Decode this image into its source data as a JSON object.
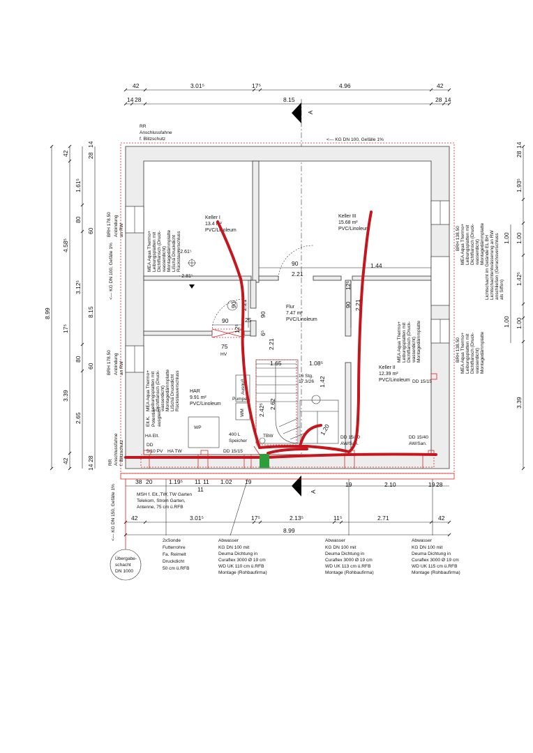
{
  "dims": {
    "top1": [
      "42",
      "3.01⁵",
      "17⁵",
      "4.96",
      "42"
    ],
    "top2": [
      "14",
      "28",
      "8.15",
      "28",
      "14"
    ],
    "bottom1": [
      "38",
      "20",
      "1.19⁵",
      "11",
      "11",
      "1.02",
      "19",
      "19",
      "2.10",
      "19",
      "28"
    ],
    "bottom1b": "11",
    "bottom2": [
      "42",
      "3.01⁵",
      "17⁵",
      "2.13⁵",
      "11⁵",
      "2.71",
      "42"
    ],
    "bottom3": "8.99",
    "left1": [
      "28",
      "14",
      "42",
      "1.61⁵",
      "4.58⁵",
      "80",
      "3.12⁵",
      "17⁵",
      "80",
      "3.39",
      "2.65",
      "60",
      "60",
      "42",
      "28",
      "14"
    ],
    "left_total": "8.99",
    "left_mid": "8.15",
    "right1": [
      "28",
      "14",
      "1.93⁵",
      "1.00",
      "1.42⁵",
      "1.00",
      "3.39",
      "1.00",
      "1.00"
    ],
    "inner": {
      "d90_keller": "90",
      "d221_keller": "2.21",
      "d144": "1.44",
      "d90_flur": "90",
      "d125": "12⁵",
      "d221_flur": "2.21",
      "d90_left": "90",
      "d221_left": "2.21",
      "d90_har": "90",
      "d75": "75",
      "d125b": "12⁵",
      "d65": "6⁵",
      "d90_stair": "90",
      "d221_stair": "2.21",
      "d165": "1.65",
      "d108": "1.08⁵",
      "d242": "2.42⁵",
      "d262": "2.62",
      "d142": "1.42",
      "d120": "1.20",
      "d25": "25"
    }
  },
  "section_marker": "A",
  "rooms": {
    "keller1": {
      "name": "Keller I",
      "area": "13.4 m²",
      "floor": "PVC/Linoleum"
    },
    "keller3": {
      "name": "Keller III",
      "area": "15.68 m²",
      "floor": "PVC/Linoleum"
    },
    "flur": {
      "name": "Flur",
      "area": "7.47 m²",
      "floor": "PVC/Linoleum"
    },
    "keller2": {
      "name": "Keller II",
      "area": "12.39 m²",
      "floor": "PVC/Linoleum"
    },
    "har": {
      "name": "HAR",
      "area": "9.91 m²",
      "floor": "PVC/Linoleum"
    }
  },
  "levels": {
    "l1": "- 2.61⁵",
    "l2": "- 2.81⁵"
  },
  "notes": {
    "rr_top": [
      "RR",
      "Anschlussfahne",
      "f. Blitzschutz"
    ],
    "kg_top": "<--- KG DN 100, Gefälle 1%",
    "brh_left1": [
      "BRH 178.50",
      "Anbindung",
      "an RW"
    ],
    "brh_left2": [
      "BRH 178.50",
      "Anbindung",
      "an RW"
    ],
    "kg_left": "<--- KG DN 100, Gefälle 1%",
    "kg_left2": "<--- KG DN 150, Gefälle 1%",
    "rr_left": [
      "RR",
      "Anschlussfahne",
      "f. Blitzschutz"
    ],
    "mea1": [
      "MEA Aqua Thermo+",
      "Leibungsplatten mit",
      "Dichtflansch (Druck-",
      "wasserdicht)",
      "Montagedämmplatte",
      "LiSchä Druckdicht",
      "Rückstauverschluss"
    ],
    "mea2": [
      "MEA Aqua Thermo+",
      "Leibungsplatten mit",
      "Dichtflansch (Druck-",
      "wasserdicht)",
      "Montagedämmplatte",
      "LiSchä Druckdicht",
      "Rückstauverschluss"
    ],
    "mea3": [
      "MEA Aqua Thermo+",
      "Leibungsplatten mit",
      "Dichtflansch (Druck-",
      "wasserdicht)",
      "Montagedämmplatte"
    ],
    "mea4": [
      "MEA Aqua Thermo+",
      "Leibungsplatten mit",
      "Dichtflansch (Druck-",
      "wasserdicht)",
      "Montagedämmplatte"
    ],
    "brh_right1": [
      "BRH 138.50",
      "MEA Aqua Thermo+",
      "Leibungsplatten mit",
      "Dichtflansch (Druck-",
      "wasserdicht)",
      "Montagedämmplatte"
    ],
    "lichtschacht": [
      "Lichtschacht im Gelände EL BH",
      "Lichtschachtentwässerung an RW",
      "anschließen (Geruchsverschluss",
      "als Siffon)"
    ],
    "brh_right2": [
      "BRH 138.50",
      "MEA Aqua Thermo+",
      "Leibungsplatten mit",
      "Dichtflansch (Druck-",
      "wasserdicht)",
      "Montagedämmplatte"
    ],
    "hv": "HV",
    "stairs": [
      "16 Stg.",
      "17.3/26"
    ],
    "ausguss": "Ausguß",
    "pumpe": "Pumpe",
    "wm": "WM",
    "wp": "WP",
    "speicher": [
      "400 L",
      "Speicher"
    ],
    "tbw": "TBW",
    "eltk": [
      "Elt.K.",
      "Potential-",
      "ausgleich"
    ],
    "ha_elt": "HA Elt.",
    "dd510": [
      "DD",
      "5/10 PV"
    ],
    "ha_tw": "HA TW",
    "dd1515a": "DD 15/15",
    "dd1515b": "DD 15/15",
    "dd1540a": [
      "DD 15/40",
      "AW/San."
    ],
    "dd1540b": [
      "DD 15/40",
      "AW/San."
    ],
    "msh": [
      "MSH f. Elt.,TW, TW Garten",
      "Telekom, Strom Garten,",
      "Antenne, 75 cm ü.RFB"
    ],
    "sonde": [
      "2xSonde",
      "Futterrohre",
      "Fa. Reimelt",
      "Druckdicht",
      "50 cm ü.RFB"
    ],
    "abw1": [
      "Abwasser",
      "KG DN 100 mit",
      "Deuma Dichtung in",
      "Curaflex 3000 Ø 19 cm",
      "WD UK 110 cm ü.RFB",
      "Montage (Rohbaufirma)"
    ],
    "abw2": [
      "Abwasser",
      "KG DN 100 mit",
      "Deuma Dichtung in",
      "Curaflex 3000 Ø 19 cm",
      "WD UK 113 cm ü.RFB",
      "Montage (Rohbaufirma)"
    ],
    "abw3": [
      "Abwasser",
      "KG DN 100 mit",
      "Deuma Dichtung in",
      "Curaflex 3000 Ø 19 cm",
      "WD UK 115 cm ü.RFB",
      "Montage (Rohbaufirma)"
    ],
    "schacht": [
      "Übergabe-",
      "schacht",
      "DN 1000"
    ]
  },
  "colors": {
    "pipe": "#c4161c",
    "dashed": "#e02020",
    "connector": "#2e9e3a",
    "wall_fill": "#ededed"
  }
}
